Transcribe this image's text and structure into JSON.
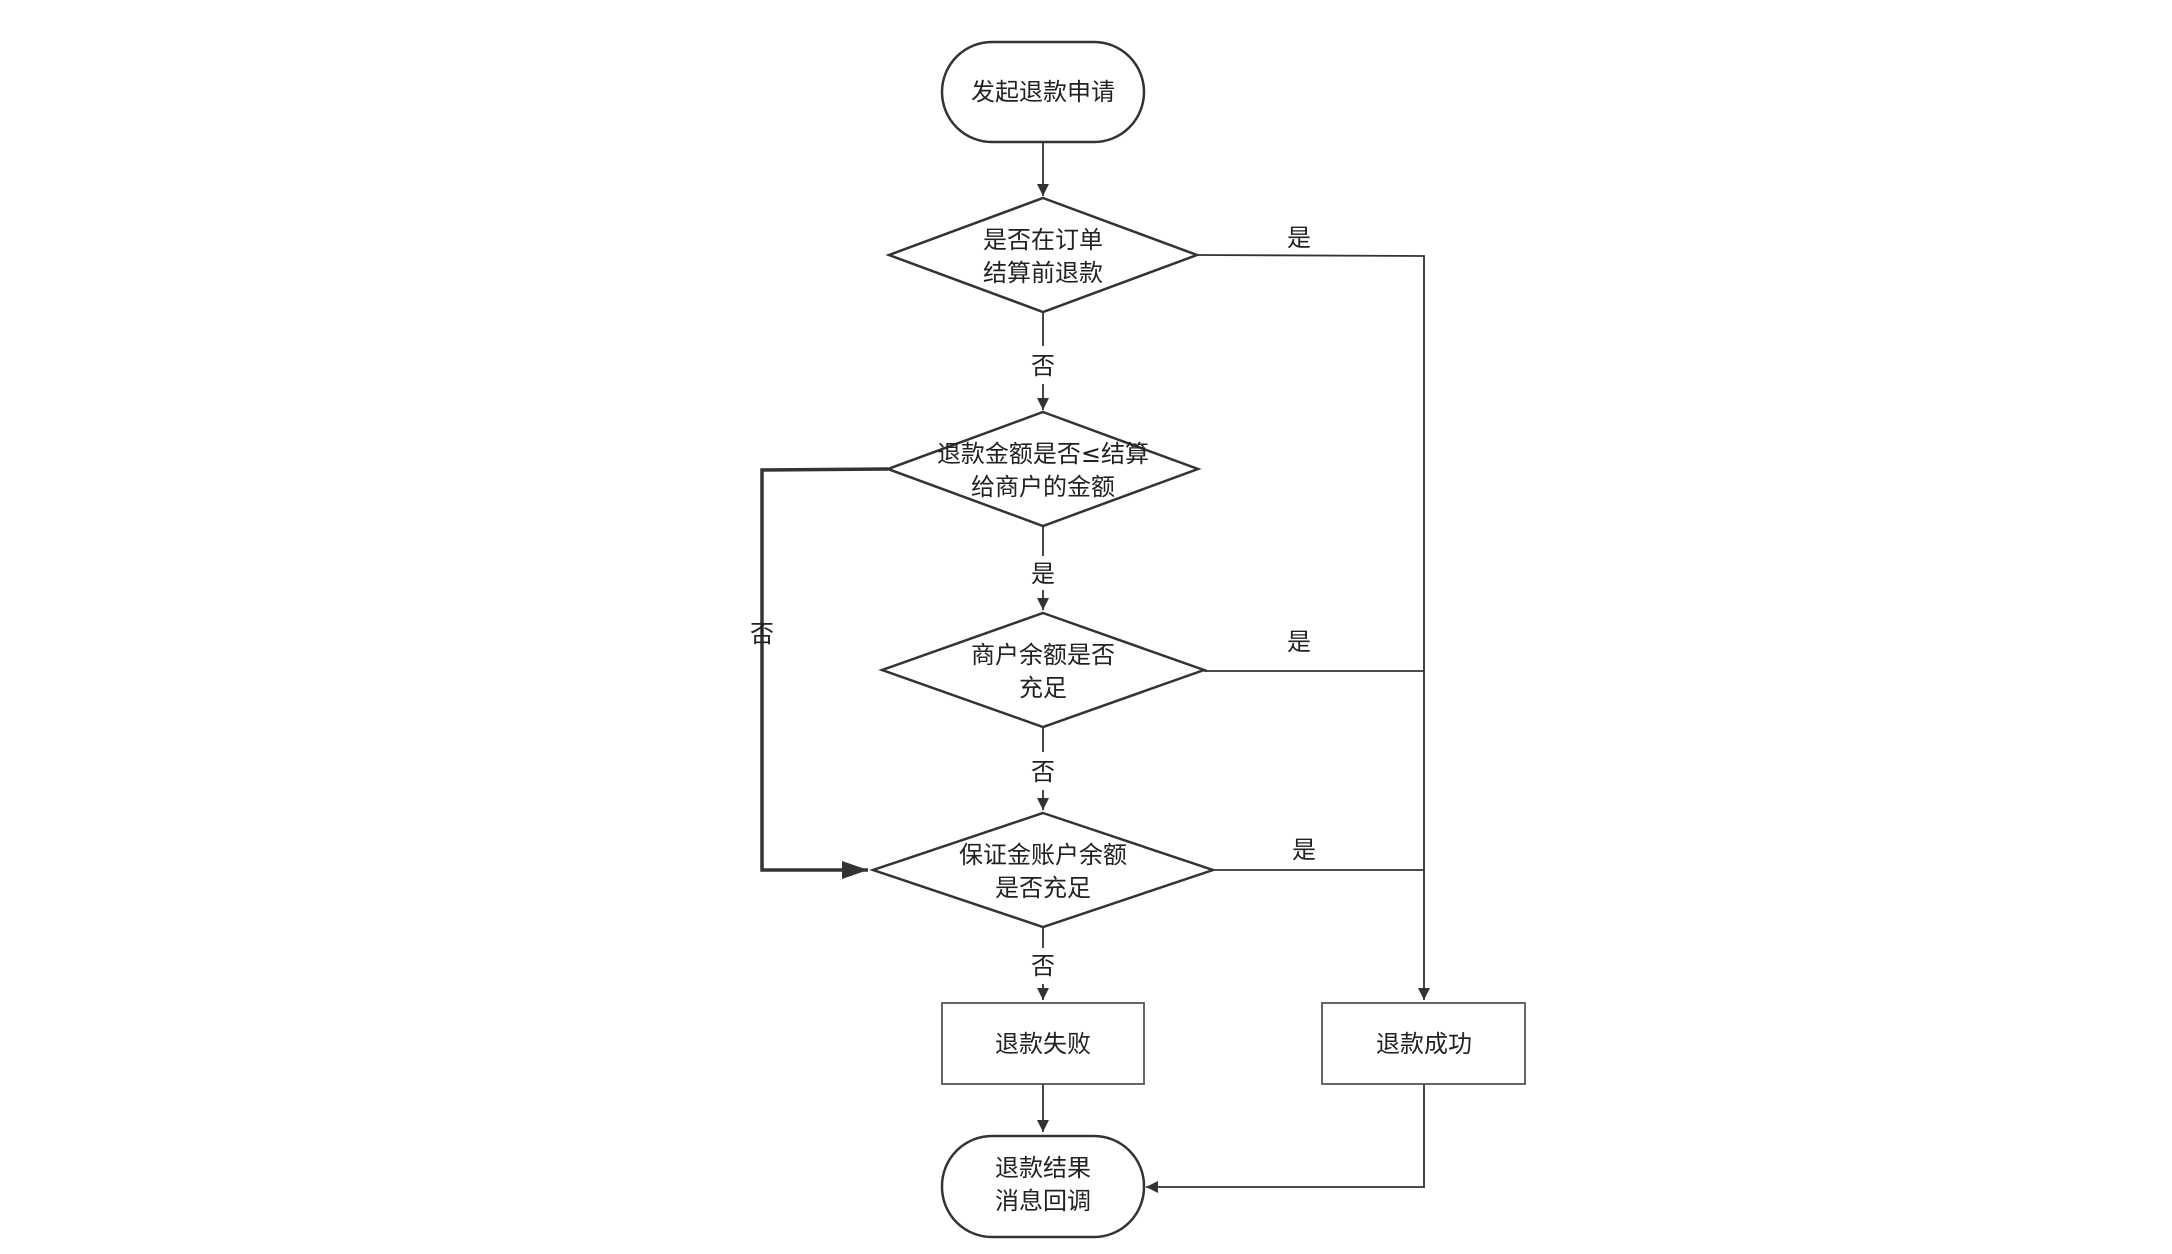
{
  "nodes": {
    "start": {
      "line1": "发起退款申请"
    },
    "decision_before_settlement": {
      "line1": "是否在订单",
      "line2": "结算前退款"
    },
    "decision_amount_le_settled": {
      "line1": "退款金额是否≤结算",
      "line2": "给商户的金额"
    },
    "decision_merchant_balance": {
      "line1": "商户余额是否",
      "line2": "充足"
    },
    "decision_deposit_balance": {
      "line1": "保证金账户余额",
      "line2": "是否充足"
    },
    "refund_failed": {
      "line1": "退款失败"
    },
    "refund_success": {
      "line1": "退款成功"
    },
    "callback": {
      "line1": "退款结果",
      "line2": "消息回调"
    }
  },
  "edges": {
    "d1_yes": "是",
    "d1_no": "否",
    "d2_yes": "是",
    "d2_no": "否",
    "d3_yes": "是",
    "d3_no": "否",
    "d4_yes": "是",
    "d4_no": "否"
  }
}
